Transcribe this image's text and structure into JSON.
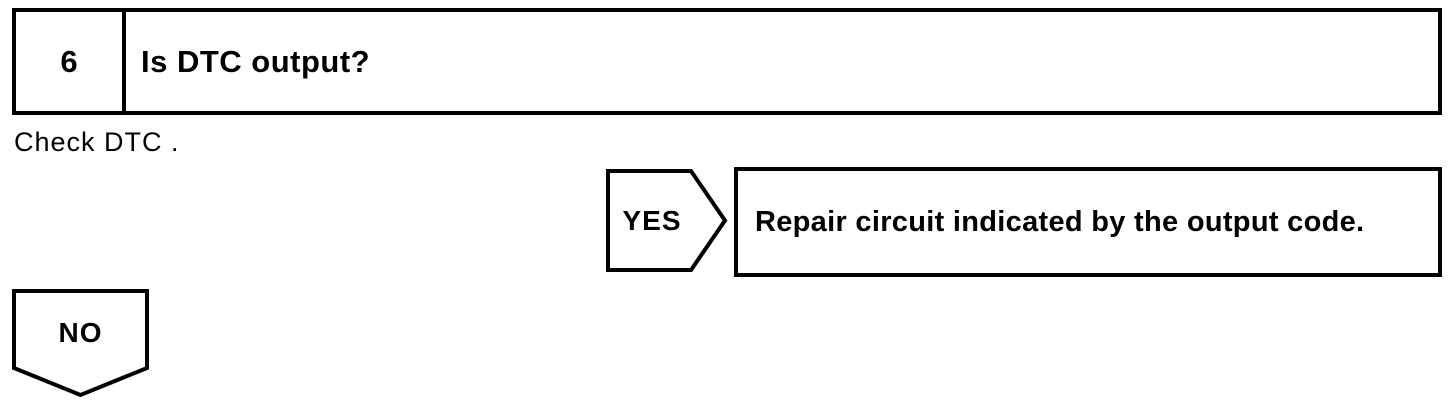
{
  "page": {
    "background_color": "#ffffff",
    "ink_color": "#000000"
  },
  "flowchart": {
    "step": {
      "number": "6",
      "question": "Is DTC output?"
    },
    "instruction": "Check DTC .",
    "yes_branch": {
      "label": "YES",
      "action": "Repair circuit indicated by the output code."
    },
    "no_branch": {
      "label": "NO"
    }
  }
}
